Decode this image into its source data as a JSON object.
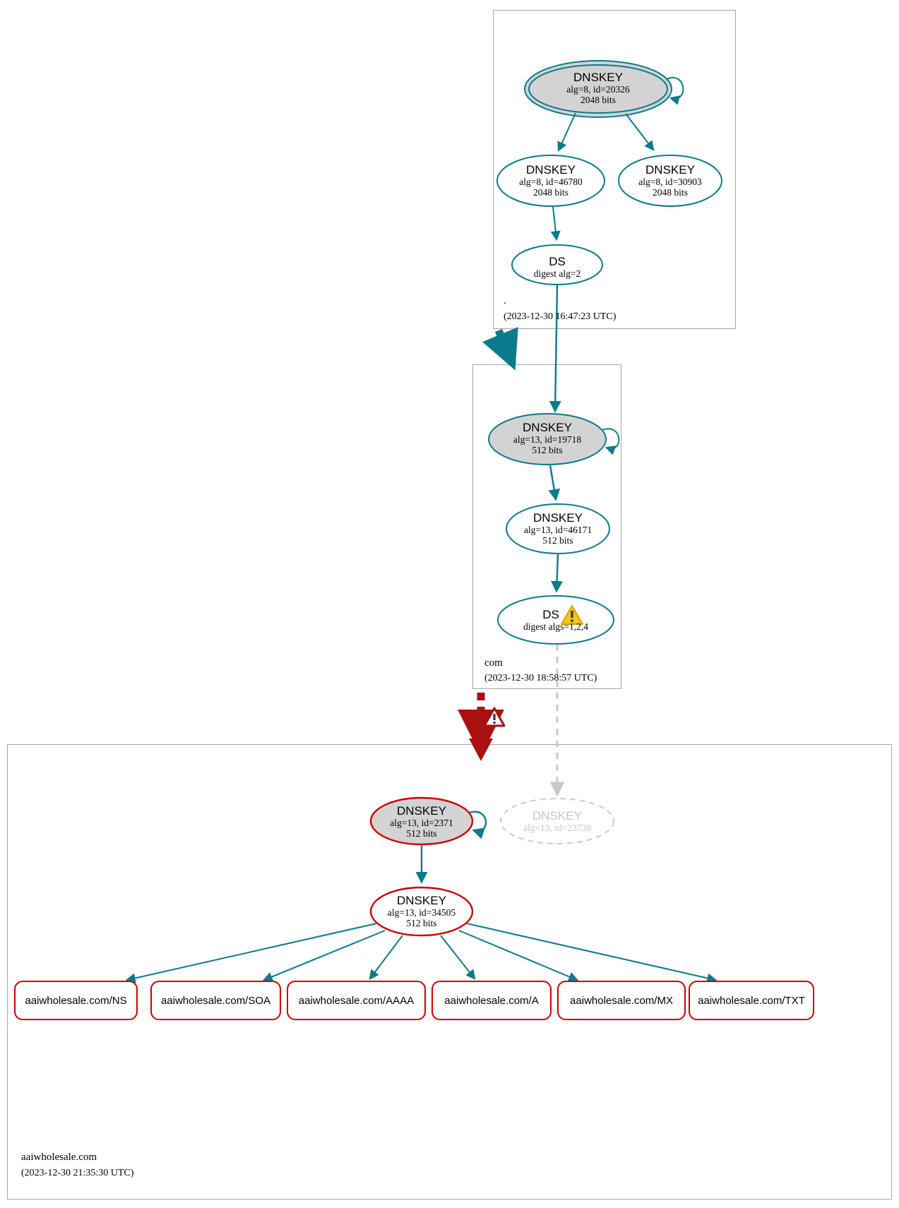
{
  "diagram": {
    "kind": "dnssec-authentication-chain",
    "colors": {
      "secure": "#0a7b8c",
      "bogus": "#cc0000",
      "insecure": "#bcbcbc",
      "node_fill_ksk": "#d3d3d3",
      "zone_border": "#a5a5a5",
      "warning_yellow": "#f5c518"
    }
  },
  "zones": [
    {
      "id": "root",
      "label": ".",
      "timestamp": "(2023-12-30 16:47:23 UTC)",
      "nodes": [
        {
          "id": "root-ksk",
          "type": "DNSKEY",
          "title": "DNSKEY",
          "line2": "alg=8, id=20326",
          "line3": "2048 bits",
          "role": "ksk-trust-anchor",
          "status": "secure"
        },
        {
          "id": "root-zsk-46780",
          "type": "DNSKEY",
          "title": "DNSKEY",
          "line2": "alg=8, id=46780",
          "line3": "2048 bits",
          "role": "zsk",
          "status": "secure"
        },
        {
          "id": "root-zsk-30903",
          "type": "DNSKEY",
          "title": "DNSKEY",
          "line2": "alg=8, id=30903",
          "line3": "2048 bits",
          "role": "zsk",
          "status": "secure"
        },
        {
          "id": "root-ds",
          "type": "DS",
          "title": "DS",
          "line2": "digest alg=2",
          "line3": "",
          "role": "ds",
          "status": "secure"
        }
      ]
    },
    {
      "id": "com",
      "label": "com",
      "timestamp": "(2023-12-30 18:58:57 UTC)",
      "nodes": [
        {
          "id": "com-ksk",
          "type": "DNSKEY",
          "title": "DNSKEY",
          "line2": "alg=13, id=19718",
          "line3": "512 bits",
          "role": "ksk",
          "status": "secure"
        },
        {
          "id": "com-zsk",
          "type": "DNSKEY",
          "title": "DNSKEY",
          "line2": "alg=13, id=46171",
          "line3": "512 bits",
          "role": "zsk",
          "status": "secure"
        },
        {
          "id": "com-ds",
          "type": "DS",
          "title": "DS",
          "line2": "digest algs=1,2,4",
          "line3": "",
          "role": "ds",
          "status": "secure",
          "warning": "warning-triangle-icon"
        }
      ]
    },
    {
      "id": "aaiwholesale",
      "label": "aaiwholesale.com",
      "timestamp": "(2023-12-30 21:35:30 UTC)",
      "nodes": [
        {
          "id": "leaf-ksk",
          "type": "DNSKEY",
          "title": "DNSKEY",
          "line2": "alg=13, id=2371",
          "line3": "512 bits",
          "role": "ksk",
          "status": "bogus"
        },
        {
          "id": "leaf-orphan",
          "type": "DNSKEY",
          "title": "DNSKEY",
          "line2": "alg=13, id=23738",
          "line3": "",
          "role": "dnskey",
          "status": "insecure"
        },
        {
          "id": "leaf-zsk",
          "type": "DNSKEY",
          "title": "DNSKEY",
          "line2": "alg=13, id=34505",
          "line3": "512 bits",
          "role": "zsk",
          "status": "bogus"
        }
      ],
      "rrsets": [
        {
          "id": "rr-ns",
          "label": "aaiwholesale.com/NS"
        },
        {
          "id": "rr-soa",
          "label": "aaiwholesale.com/SOA"
        },
        {
          "id": "rr-aaaa",
          "label": "aaiwholesale.com/AAAA"
        },
        {
          "id": "rr-a",
          "label": "aaiwholesale.com/A"
        },
        {
          "id": "rr-mx",
          "label": "aaiwholesale.com/MX"
        },
        {
          "id": "rr-txt",
          "label": "aaiwholesale.com/TXT"
        }
      ]
    }
  ],
  "delegations": [
    {
      "from": "root",
      "to": "com",
      "status": "secure"
    },
    {
      "from": "com",
      "to": "aaiwholesale.com",
      "status": "bogus",
      "icon": "error-triangle-icon"
    }
  ]
}
